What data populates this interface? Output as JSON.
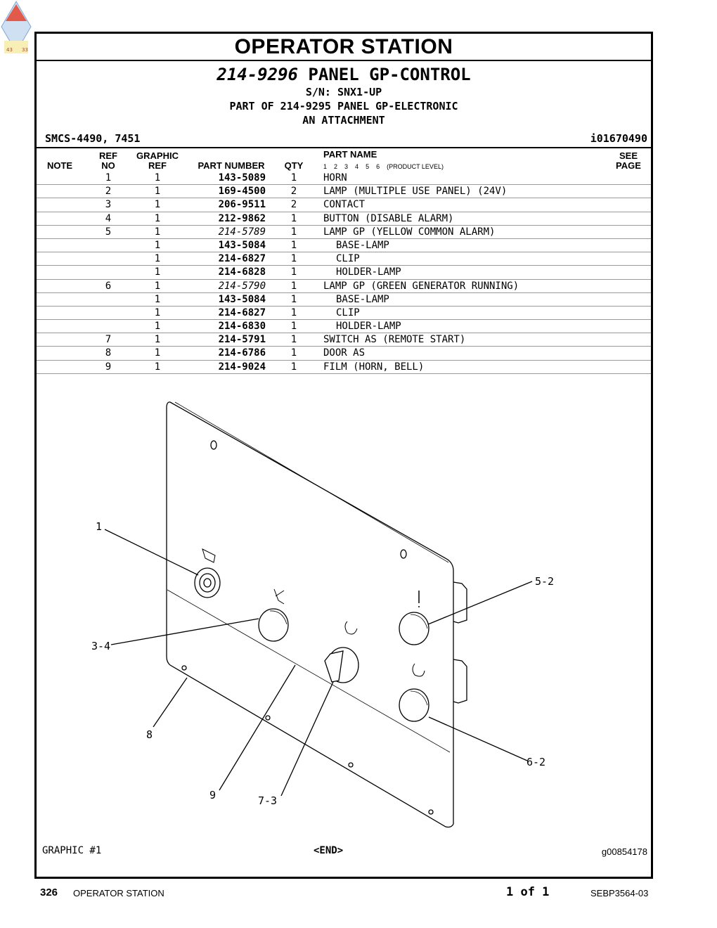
{
  "header": {
    "section_title": "OPERATOR STATION",
    "part_number": "214-9296",
    "part_name": "PANEL GP-CONTROL",
    "serial": "S/N: SNX1-UP",
    "part_of": "PART OF 214-9295 PANEL GP-ELECTRONIC",
    "attachment": "AN ATTACHMENT",
    "smcs": "SMCS-4490, 7451",
    "illustration_id": "i01670490"
  },
  "columns": {
    "note": "NOTE",
    "ref_no": "REF\nNO",
    "graphic_ref": "GRAPHIC\nREF",
    "part_number": "PART NUMBER",
    "qty": "QTY",
    "part_name": "PART NAME",
    "levels": [
      "1",
      "2",
      "3",
      "4",
      "5",
      "6",
      "(PRODUCT LEVEL)"
    ],
    "see_page": "SEE\nPAGE"
  },
  "rows": [
    {
      "ref": "1",
      "gref": "1",
      "pn": "143-5089",
      "qty": "1",
      "name": "HORN"
    },
    {
      "ref": "2",
      "gref": "1",
      "pn": "169-4500",
      "qty": "2",
      "name": "LAMP (MULTIPLE USE PANEL) (24V)"
    },
    {
      "ref": "3",
      "gref": "1",
      "pn": "206-9511",
      "qty": "2",
      "name": "CONTACT"
    },
    {
      "ref": "4",
      "gref": "1",
      "pn": "212-9862",
      "qty": "1",
      "name": "BUTTON (DISABLE ALARM)"
    },
    {
      "ref": "5",
      "gref": "1",
      "pn": "214-5789",
      "qty": "1",
      "name": "LAMP GP (YELLOW COMMON ALARM)",
      "italic": true
    },
    {
      "ref": "",
      "gref": "1",
      "pn": "143-5084",
      "qty": "1",
      "name": "BASE-LAMP",
      "sub": true
    },
    {
      "ref": "",
      "gref": "1",
      "pn": "214-6827",
      "qty": "1",
      "name": "CLIP",
      "sub": true
    },
    {
      "ref": "",
      "gref": "1",
      "pn": "214-6828",
      "qty": "1",
      "name": "HOLDER-LAMP",
      "sub": true
    },
    {
      "ref": "6",
      "gref": "1",
      "pn": "214-5790",
      "qty": "1",
      "name": "LAMP GP (GREEN GENERATOR RUNNING)",
      "italic": true
    },
    {
      "ref": "",
      "gref": "1",
      "pn": "143-5084",
      "qty": "1",
      "name": "BASE-LAMP",
      "sub": true
    },
    {
      "ref": "",
      "gref": "1",
      "pn": "214-6827",
      "qty": "1",
      "name": "CLIP",
      "sub": true
    },
    {
      "ref": "",
      "gref": "1",
      "pn": "214-6830",
      "qty": "1",
      "name": "HOLDER-LAMP",
      "sub": true
    },
    {
      "ref": "7",
      "gref": "1",
      "pn": "214-5791",
      "qty": "1",
      "name": "SWITCH AS (REMOTE START)"
    },
    {
      "ref": "8",
      "gref": "1",
      "pn": "214-6786",
      "qty": "1",
      "name": "DOOR AS"
    },
    {
      "ref": "9",
      "gref": "1",
      "pn": "214-9024",
      "qty": "1",
      "name": "FILM (HORN, BELL)"
    }
  ],
  "callouts": {
    "c1": "1",
    "c34": "3-4",
    "c52": "5-2",
    "c62": "6-2",
    "c8": "8",
    "c9": "9",
    "c73": "7-3"
  },
  "logo_text": {
    "left": "43",
    "right": "33"
  },
  "graphic": {
    "label": "GRAPHIC #1",
    "end": "<END>",
    "id": "g00854178"
  },
  "footer": {
    "page": "326",
    "section": "OPERATOR STATION",
    "count": "1 of 1",
    "doc_id": "SEBP3564-03"
  }
}
